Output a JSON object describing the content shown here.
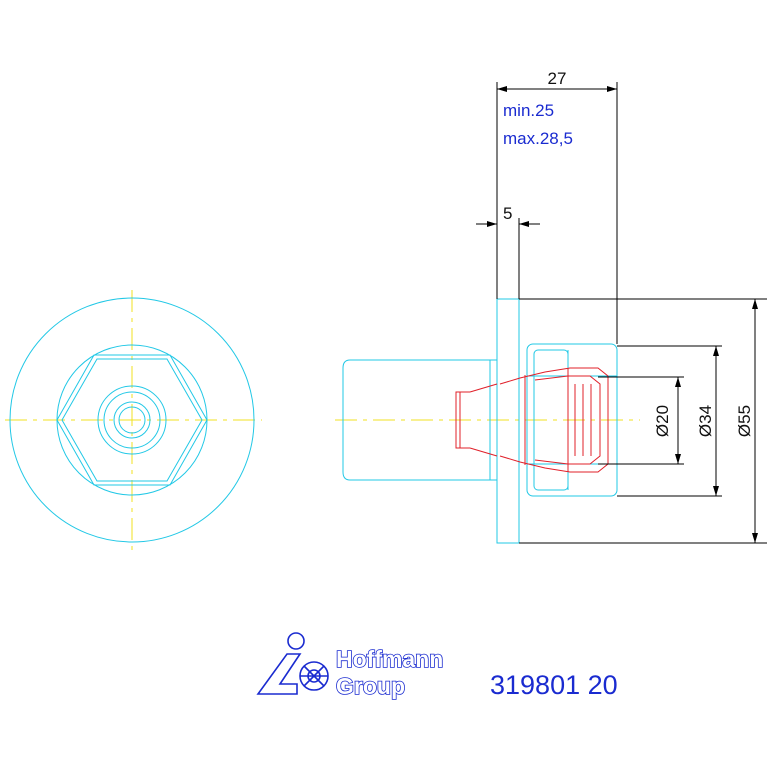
{
  "dimensions": {
    "width_label": "27",
    "range_min": "min.25",
    "range_max": "max.28,5",
    "offset_label": "5",
    "d_small": "Ø20",
    "d_mid": "Ø34",
    "d_large": "Ø55"
  },
  "logo": {
    "line1": "Hoffmann",
    "line2": "Group"
  },
  "part_number": "319801 20",
  "colors": {
    "outline": "#22c8e6",
    "hidden": "#e0202a",
    "centerline": "#f0e020",
    "dimension": "#000000",
    "brand_blue": "#1a2bd0"
  }
}
